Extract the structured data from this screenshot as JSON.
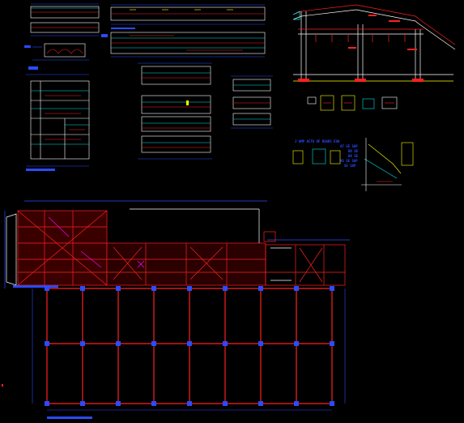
{
  "drawing": {
    "background": "#000000",
    "colors": {
      "structure": "#ff2020",
      "outline": "#ffffff",
      "dimension": "#2a4bff",
      "annotation": "#00e5e5",
      "highlight": "#ffff00",
      "accent": "#ff00ff",
      "fill": "#7a0000"
    },
    "notes": [
      {
        "id": "stair-note-1",
        "text": "J'AMP ACTO OF BSARC EVA"
      },
      {
        "id": "stair-note-2",
        "text": "AT SE SAP"
      },
      {
        "id": "stair-note-3",
        "text": "BD SE"
      },
      {
        "id": "stair-note-4",
        "text": "BA SE"
      },
      {
        "id": "stair-note-5",
        "text": "AS SE SAP"
      },
      {
        "id": "stair-note-6",
        "text": "SE SAP"
      }
    ],
    "views": [
      {
        "id": "beam-elevations-top",
        "kind": "elevation-set"
      },
      {
        "id": "framing-section",
        "kind": "section"
      },
      {
        "id": "detail-schedule-left",
        "kind": "detail-set"
      },
      {
        "id": "detail-schedule-mid",
        "kind": "detail-set"
      },
      {
        "id": "detail-schedule-right",
        "kind": "detail-set"
      },
      {
        "id": "connection-details",
        "kind": "detail-set"
      },
      {
        "id": "stair-detail",
        "kind": "detail"
      },
      {
        "id": "ground-floor-plan",
        "kind": "plan"
      },
      {
        "id": "foundation-grid-plan",
        "kind": "plan"
      }
    ]
  }
}
